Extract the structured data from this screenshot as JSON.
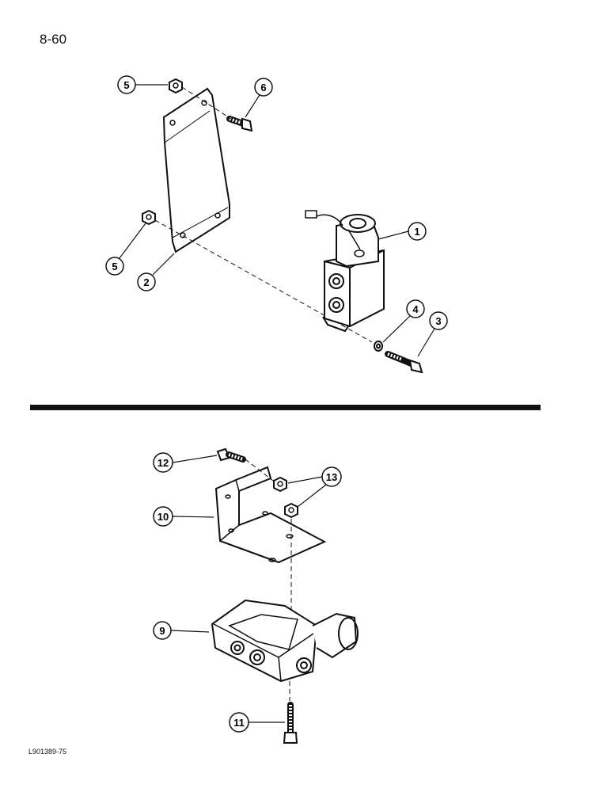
{
  "page_number": "8-60",
  "figure_code": "L901389-75",
  "callouts": [
    "1",
    "2",
    "3",
    "4",
    "5",
    "5",
    "6",
    "9",
    "10",
    "11",
    "12",
    "13"
  ]
}
